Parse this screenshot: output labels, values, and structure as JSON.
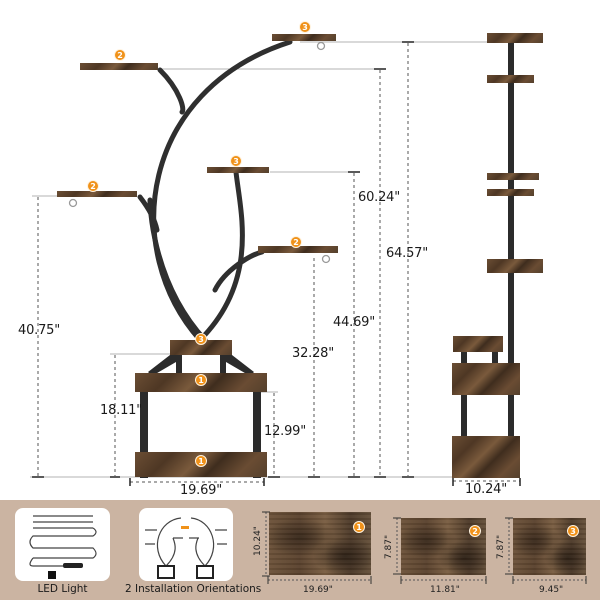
{
  "product_diagram": {
    "front_view": {
      "shelf_badges": [
        "2",
        "3",
        "2",
        "3",
        "2",
        "3",
        "1",
        "1"
      ],
      "dimensions": {
        "total_height_left": "40.75\"",
        "upper_height": "60.24\"",
        "mid_height": "44.69\"",
        "lower_shelf_height": "32.28\"",
        "overall_height": "64.57\"",
        "base_top_height": "18.11\"",
        "base_inner_height": "12.99\"",
        "base_width": "19.69\""
      }
    },
    "side_view": {
      "depth": "10.24\""
    }
  },
  "bottom_panel": {
    "background_color": "#cbb4a2",
    "accessories": [
      {
        "icon": "led-strip-icon",
        "caption": "LED Light"
      },
      {
        "icon": "installation-orientation-icon",
        "caption": "2 Installation Orientations"
      }
    ],
    "shelf_swatches": [
      {
        "badge": "1",
        "width": "19.69\"",
        "depth": "10.24\""
      },
      {
        "badge": "2",
        "width": "11.81\"",
        "depth": "7.87\""
      },
      {
        "badge": "3",
        "width": "9.45\"",
        "depth": "7.87\""
      }
    ]
  },
  "colors": {
    "badge": "#f0921a",
    "frame": "#2b2b2b",
    "wood": "#5c4330",
    "dim_line": "#555555"
  }
}
